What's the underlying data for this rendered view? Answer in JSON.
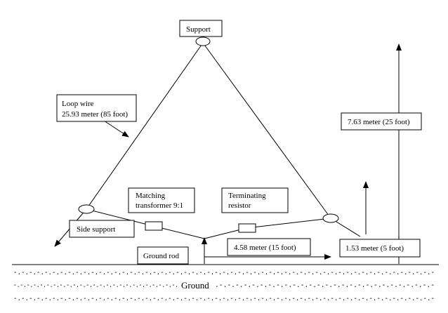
{
  "labels": {
    "support": "Support",
    "loop_wire_line1": "Loop wire",
    "loop_wire_line2": "25.93 meter (85 foot)",
    "height_total": "7.63 meter (25 foot)",
    "matching_line1": "Matching",
    "matching_line2": "transformer 9:1",
    "terminating_line1": "Terminating",
    "terminating_line2": "resistor",
    "side_support": "Side support",
    "ground_rod": "Ground rod",
    "span": "4.58 meter (15 foot)",
    "height_side": "1.53 meter (5 foot)"
  },
  "ground": {
    "row1": "-.-.-.-.-.-.-.-.-.-.-.-.-.-.-.-.-.-.-.-.-.-.-.-.-.-.-.-.-.-.-.-.-.-.-.-.-.-.-.-.-.-.-.-.-.-.-.-.-.-.-.-.-.-.-",
    "row2_left": "-.-.-.-.-.-.-.-.-.-.-.-.-.-.-.-.-.-.-.-.-.-.-.-.-.",
    "row2_word": "Ground",
    "row2_right": ".-.-.-.-.-.-.-.-.-.-.-.-.-.-.-.-.-.-.-.-.-.-.-.-.-.-.-",
    "row3": "-.-.-.-.-.-.-.-.-.-.-.-.-.-.-.-.-.-.-.-.-.-.-.-.-.-.-.-.-.-.-.-.-.-.-.-.-.-.-.-.-.-.-.-.-.-.-.-.-.-.-.-.-.-.-"
  }
}
